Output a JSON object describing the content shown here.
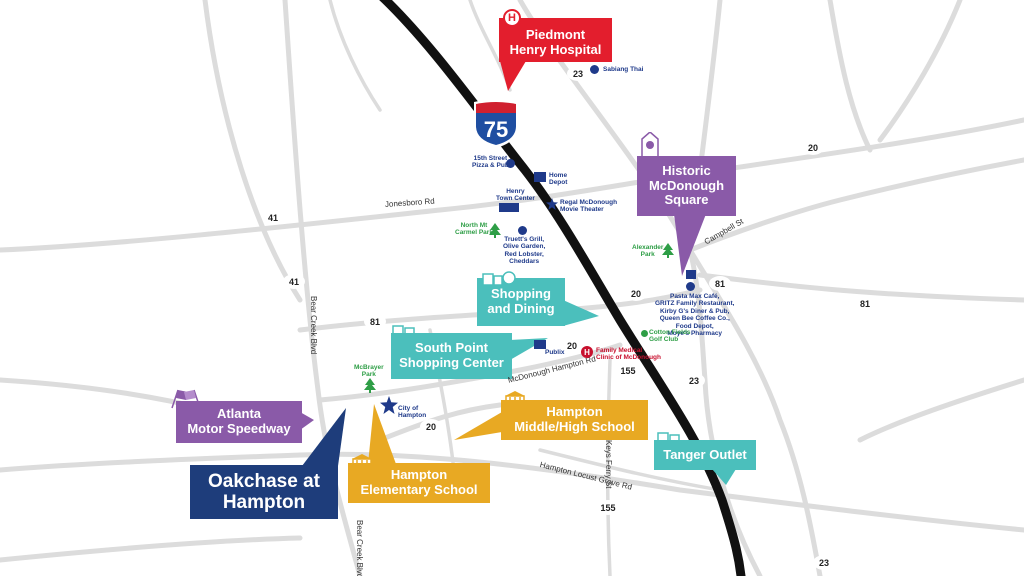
{
  "callouts": {
    "hospital": {
      "line1": "Piedmont",
      "line2": "Henry Hospital",
      "color": "#e31e2d"
    },
    "historic": {
      "line1": "Historic",
      "line2": "McDonough",
      "line3": "Square",
      "color": "#8a5aa8"
    },
    "shopping": {
      "line1": "Shopping",
      "line2": "and Dining",
      "color": "#4bbfbc"
    },
    "southpoint": {
      "line1": "South Point",
      "line2": "Shopping Center",
      "color": "#4bbfbc"
    },
    "speedway": {
      "line1": "Atlanta",
      "line2": "Motor Speedway",
      "color": "#8a5aa8"
    },
    "oakchase": {
      "line1": "Oakchase at",
      "line2": "Hampton",
      "color": "#1e3d7b"
    },
    "hampton_school": {
      "line1": "Hampton",
      "line2": "Middle/High School",
      "color": "#e8a923"
    },
    "elementary": {
      "line1": "Hampton",
      "line2": "Elementary School",
      "color": "#e8a923"
    },
    "tanger": {
      "line1": "Tanger Outlet",
      "color": "#4bbfbc"
    }
  },
  "interstate": {
    "number": "75"
  },
  "hospital_marker": {
    "letter": "H"
  },
  "shields": {
    "s23_top": "23",
    "s20_right": "20",
    "s41_a": "41",
    "s41_b": "41",
    "s81_right": "81",
    "s81_far": "81",
    "s20_mid": "20",
    "s81_left": "81",
    "s20_small": "20",
    "s155_a": "155",
    "s23_mid": "23",
    "s20_low": "20",
    "s155_b": "155",
    "s23_bottom": "23"
  },
  "pois": {
    "sabiang": "Sabiang Thai",
    "pizza_line1": "15th Street",
    "pizza_line2": "Pizza & Pub",
    "home_depot_line1": "Home",
    "home_depot_line2": "Depot",
    "henry_line1": "Henry",
    "henry_line2": "Town Center",
    "regal_line1": "Regal McDonough",
    "regal_line2": "Movie Theater",
    "carmel_line1": "North Mt",
    "carmel_line2": "Carmel Park",
    "restaurants_line1": "Truett's Grill,",
    "restaurants_line2": "Olive Garden,",
    "restaurants_line3": "Red Lobster,",
    "restaurants_line4": "Cheddars",
    "alexander_line1": "Alexander",
    "alexander_line2": "Park",
    "square_line1": "Pasta Max Café,",
    "square_line2": "GRITZ Family Restaurant,",
    "square_line3": "Kirby G's Diner & Pub,",
    "square_line4": "Queen Bee Coffee Co.,",
    "square_line5": "Food Depot,",
    "square_line6": "Moye's Pharmacy",
    "cotton_line1": "Cotton Fields",
    "cotton_line2": "Golf Club",
    "publix": "Publix",
    "clinic_line1": "Family Medical",
    "clinic_line2": "Clinic of McDonough",
    "mcbrayer_line1": "McBrayer",
    "mcbrayer_line2": "Park",
    "city_line1": "City of",
    "city_line2": "Hampton"
  },
  "road_labels": {
    "jonesboro": "Jonesboro Rd",
    "bearcreek_top": "Bear Creek Blvd",
    "mcdonough_hampton": "McDonough Hampton Rd",
    "hampton_locust": "Hampton Locust Grove Rd",
    "keys_ferry": "Keys Ferry St",
    "bearcreek_bottom": "Bear Creek Blvd",
    "campbell": "Campbell St"
  }
}
